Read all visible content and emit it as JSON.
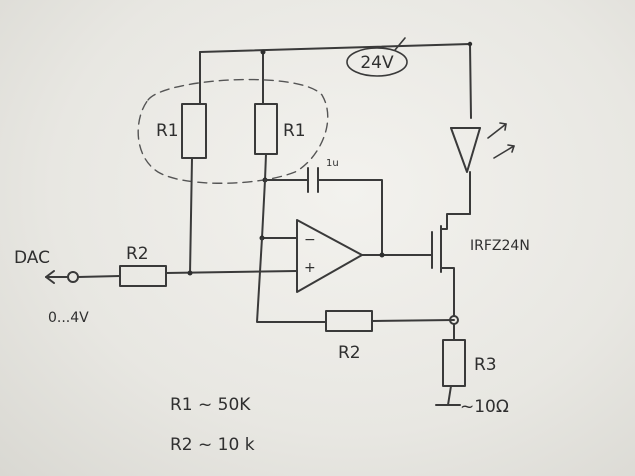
{
  "supply": {
    "label": "24V"
  },
  "input": {
    "name": "DAC",
    "range": "0...4V"
  },
  "resistors": {
    "r1_left": "R1",
    "r1_right": "R1",
    "r2_input": "R2",
    "r2_feedback": "R2",
    "r3": "R3"
  },
  "capacitor": {
    "label": "1u"
  },
  "opamp": {
    "minus": "−",
    "plus": "+"
  },
  "mosfet": {
    "label": "IRFZ24N"
  },
  "sense": {
    "value": "~10Ω"
  },
  "notes": [
    {
      "text": "R1 ~ 50K"
    },
    {
      "text": "R2 ~ 10 k"
    }
  ]
}
